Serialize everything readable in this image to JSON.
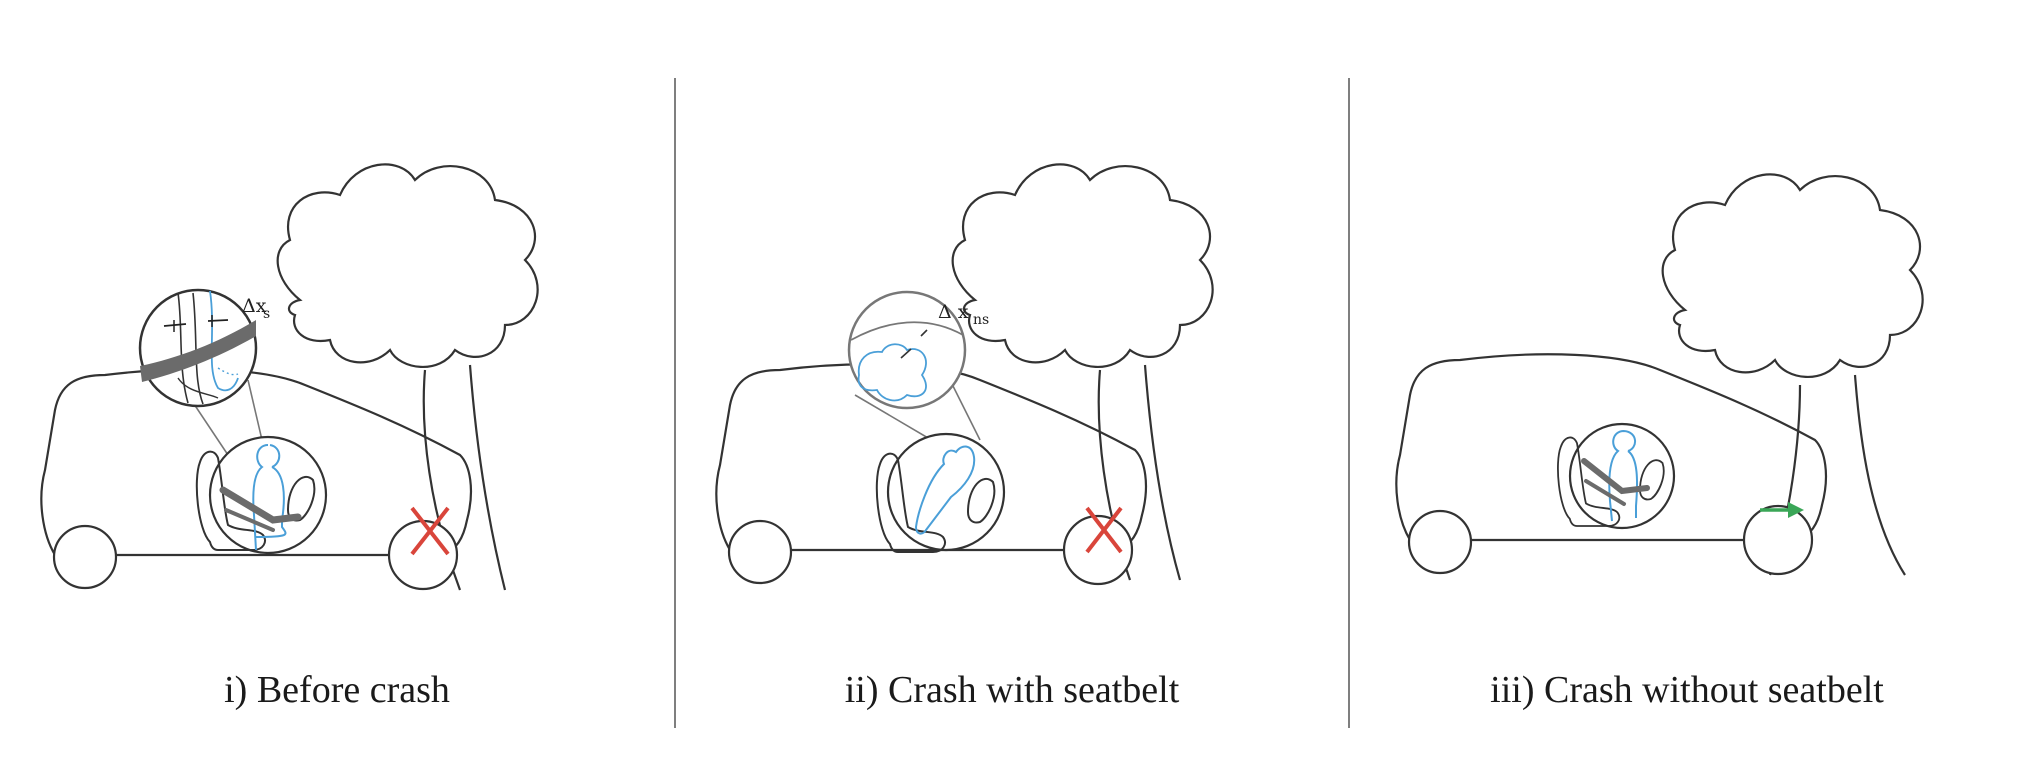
{
  "panels": [
    {
      "caption": "i) Before crash",
      "delta_label": "Δx",
      "delta_sub": "s",
      "impact": "x-mark"
    },
    {
      "caption": "ii) Crash with seatbelt",
      "delta_label": "Δ x",
      "delta_sub": "ns",
      "impact": "x-mark"
    },
    {
      "caption": "iii) Crash without seatbelt",
      "delta_label": "",
      "delta_sub": "",
      "impact": "arrow"
    }
  ],
  "colors": {
    "outline": "#333333",
    "person": "#4a9fd8",
    "seatbelt": "#6b6b6b",
    "impact_x": "#d9453b",
    "impact_arrow": "#3aa657",
    "divider": "#555555"
  }
}
